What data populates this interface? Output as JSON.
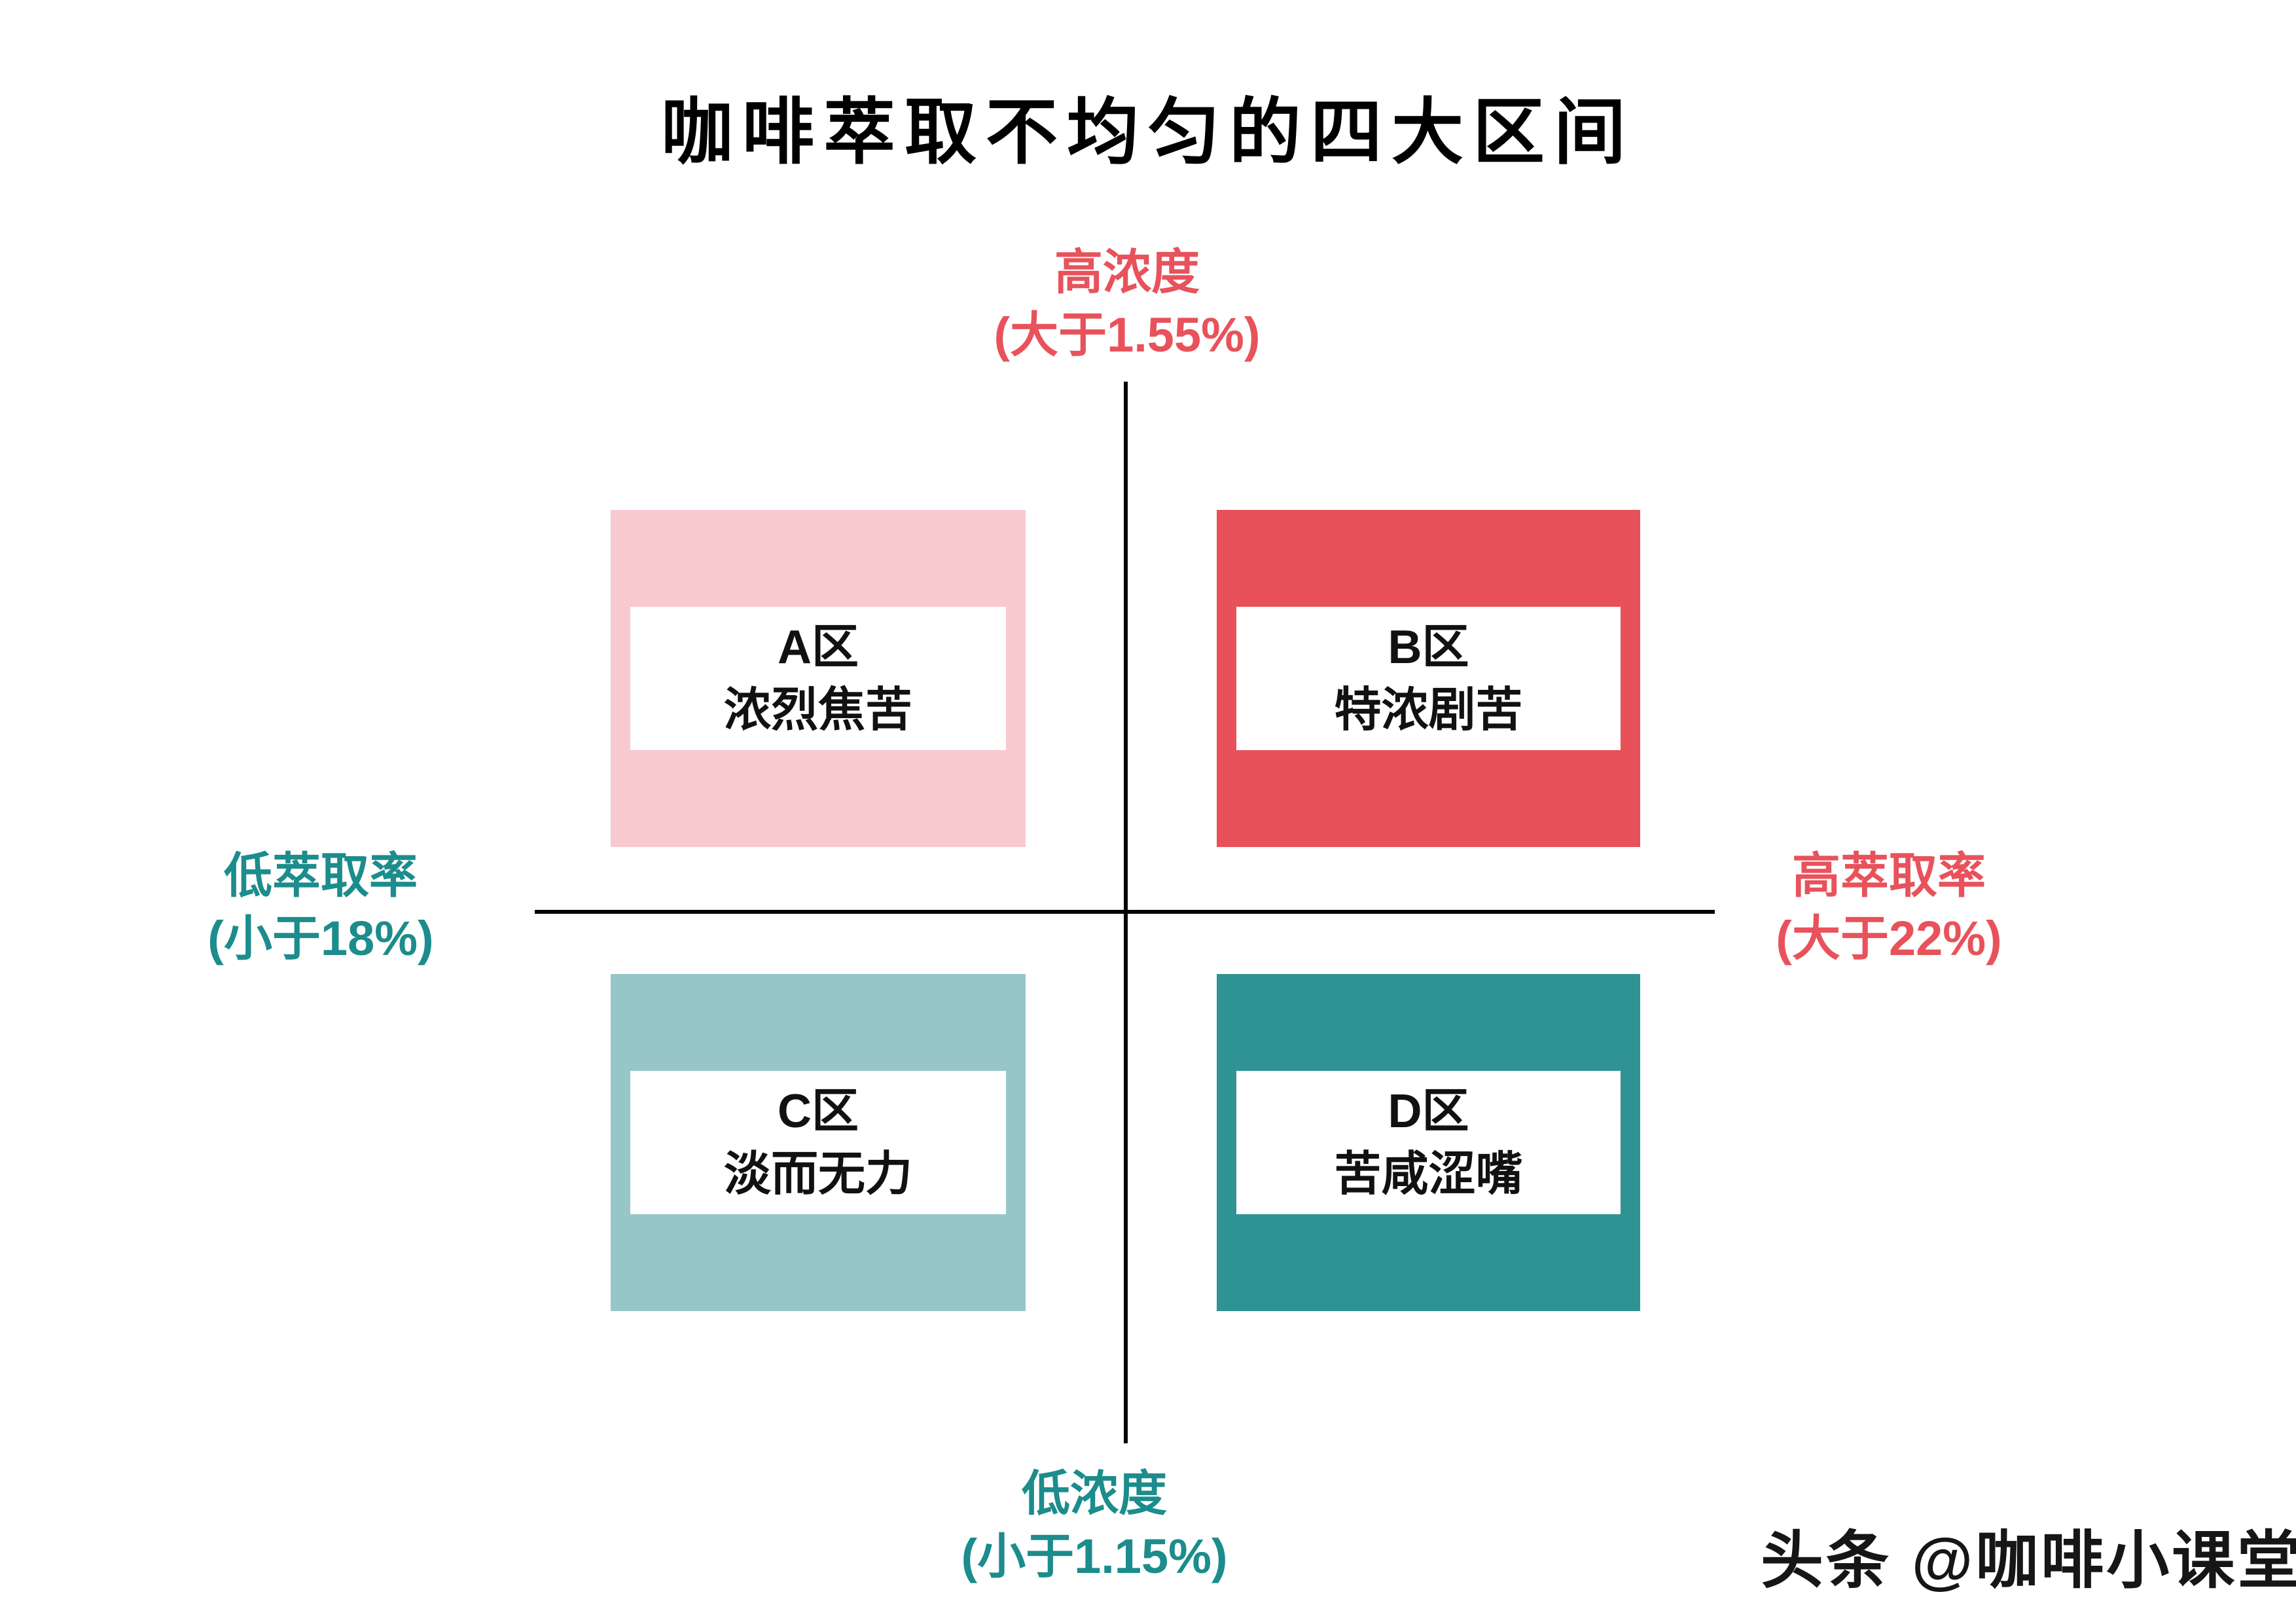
{
  "title": "咖啡萃取不均匀的四大区间",
  "axes": {
    "top": {
      "label": "高浓度",
      "range": "(大于1.55%)"
    },
    "bottom": {
      "label": "低浓度",
      "range": "(小于1.15%)"
    },
    "left": {
      "label": "低萃取率",
      "range": "(小于18%)"
    },
    "right": {
      "label": "高萃取率",
      "range": "(大于22%)"
    }
  },
  "quadrants": {
    "a": {
      "name": "A区",
      "desc": "浓烈焦苦"
    },
    "b": {
      "name": "B区",
      "desc": "特浓剧苦"
    },
    "c": {
      "name": "C区",
      "desc": "淡而无力"
    },
    "d": {
      "name": "D区",
      "desc": "苦咸涩嘴"
    }
  },
  "watermark": "头条 @咖啡小课堂",
  "colors": {
    "quadrant-a": "#F8C9CE",
    "quadrant-b": "#E8505A",
    "quadrant-c": "#97C6C7",
    "quadrant-d": "#309393",
    "red-text": "#E8525B",
    "teal-text": "#1C8C8C",
    "axis-line": "#000000"
  }
}
